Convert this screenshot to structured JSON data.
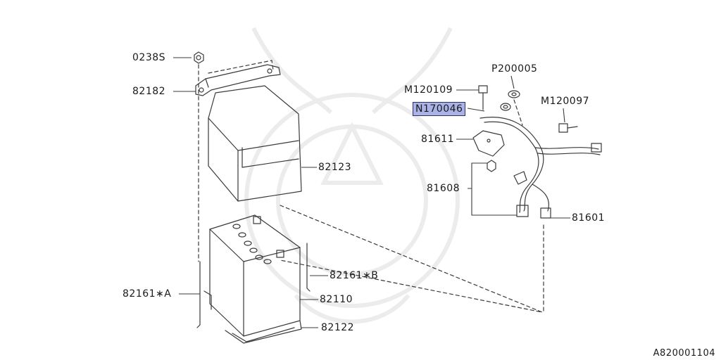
{
  "figure_id": "A820001104",
  "parts": [
    {
      "id": "p0238s",
      "label": "0238S"
    },
    {
      "id": "p82182",
      "label": "82182"
    },
    {
      "id": "p82123",
      "label": "82123"
    },
    {
      "id": "p82161a",
      "label": "82161∗A"
    },
    {
      "id": "p82161b",
      "label": "82161∗B"
    },
    {
      "id": "p82110",
      "label": "82110"
    },
    {
      "id": "p82122",
      "label": "82122"
    },
    {
      "id": "pp200005",
      "label": "P200005"
    },
    {
      "id": "pm120109",
      "label": "M120109"
    },
    {
      "id": "pn170046",
      "label": "N170046",
      "highlighted": true
    },
    {
      "id": "pm120097",
      "label": "M120097"
    },
    {
      "id": "p81611",
      "label": "81611"
    },
    {
      "id": "p81608",
      "label": "81608"
    },
    {
      "id": "p81601",
      "label": "81601"
    }
  ],
  "colors": {
    "line": "#3a3a3a",
    "highlight": "#a9b3e6",
    "watermark": "#ececec"
  }
}
